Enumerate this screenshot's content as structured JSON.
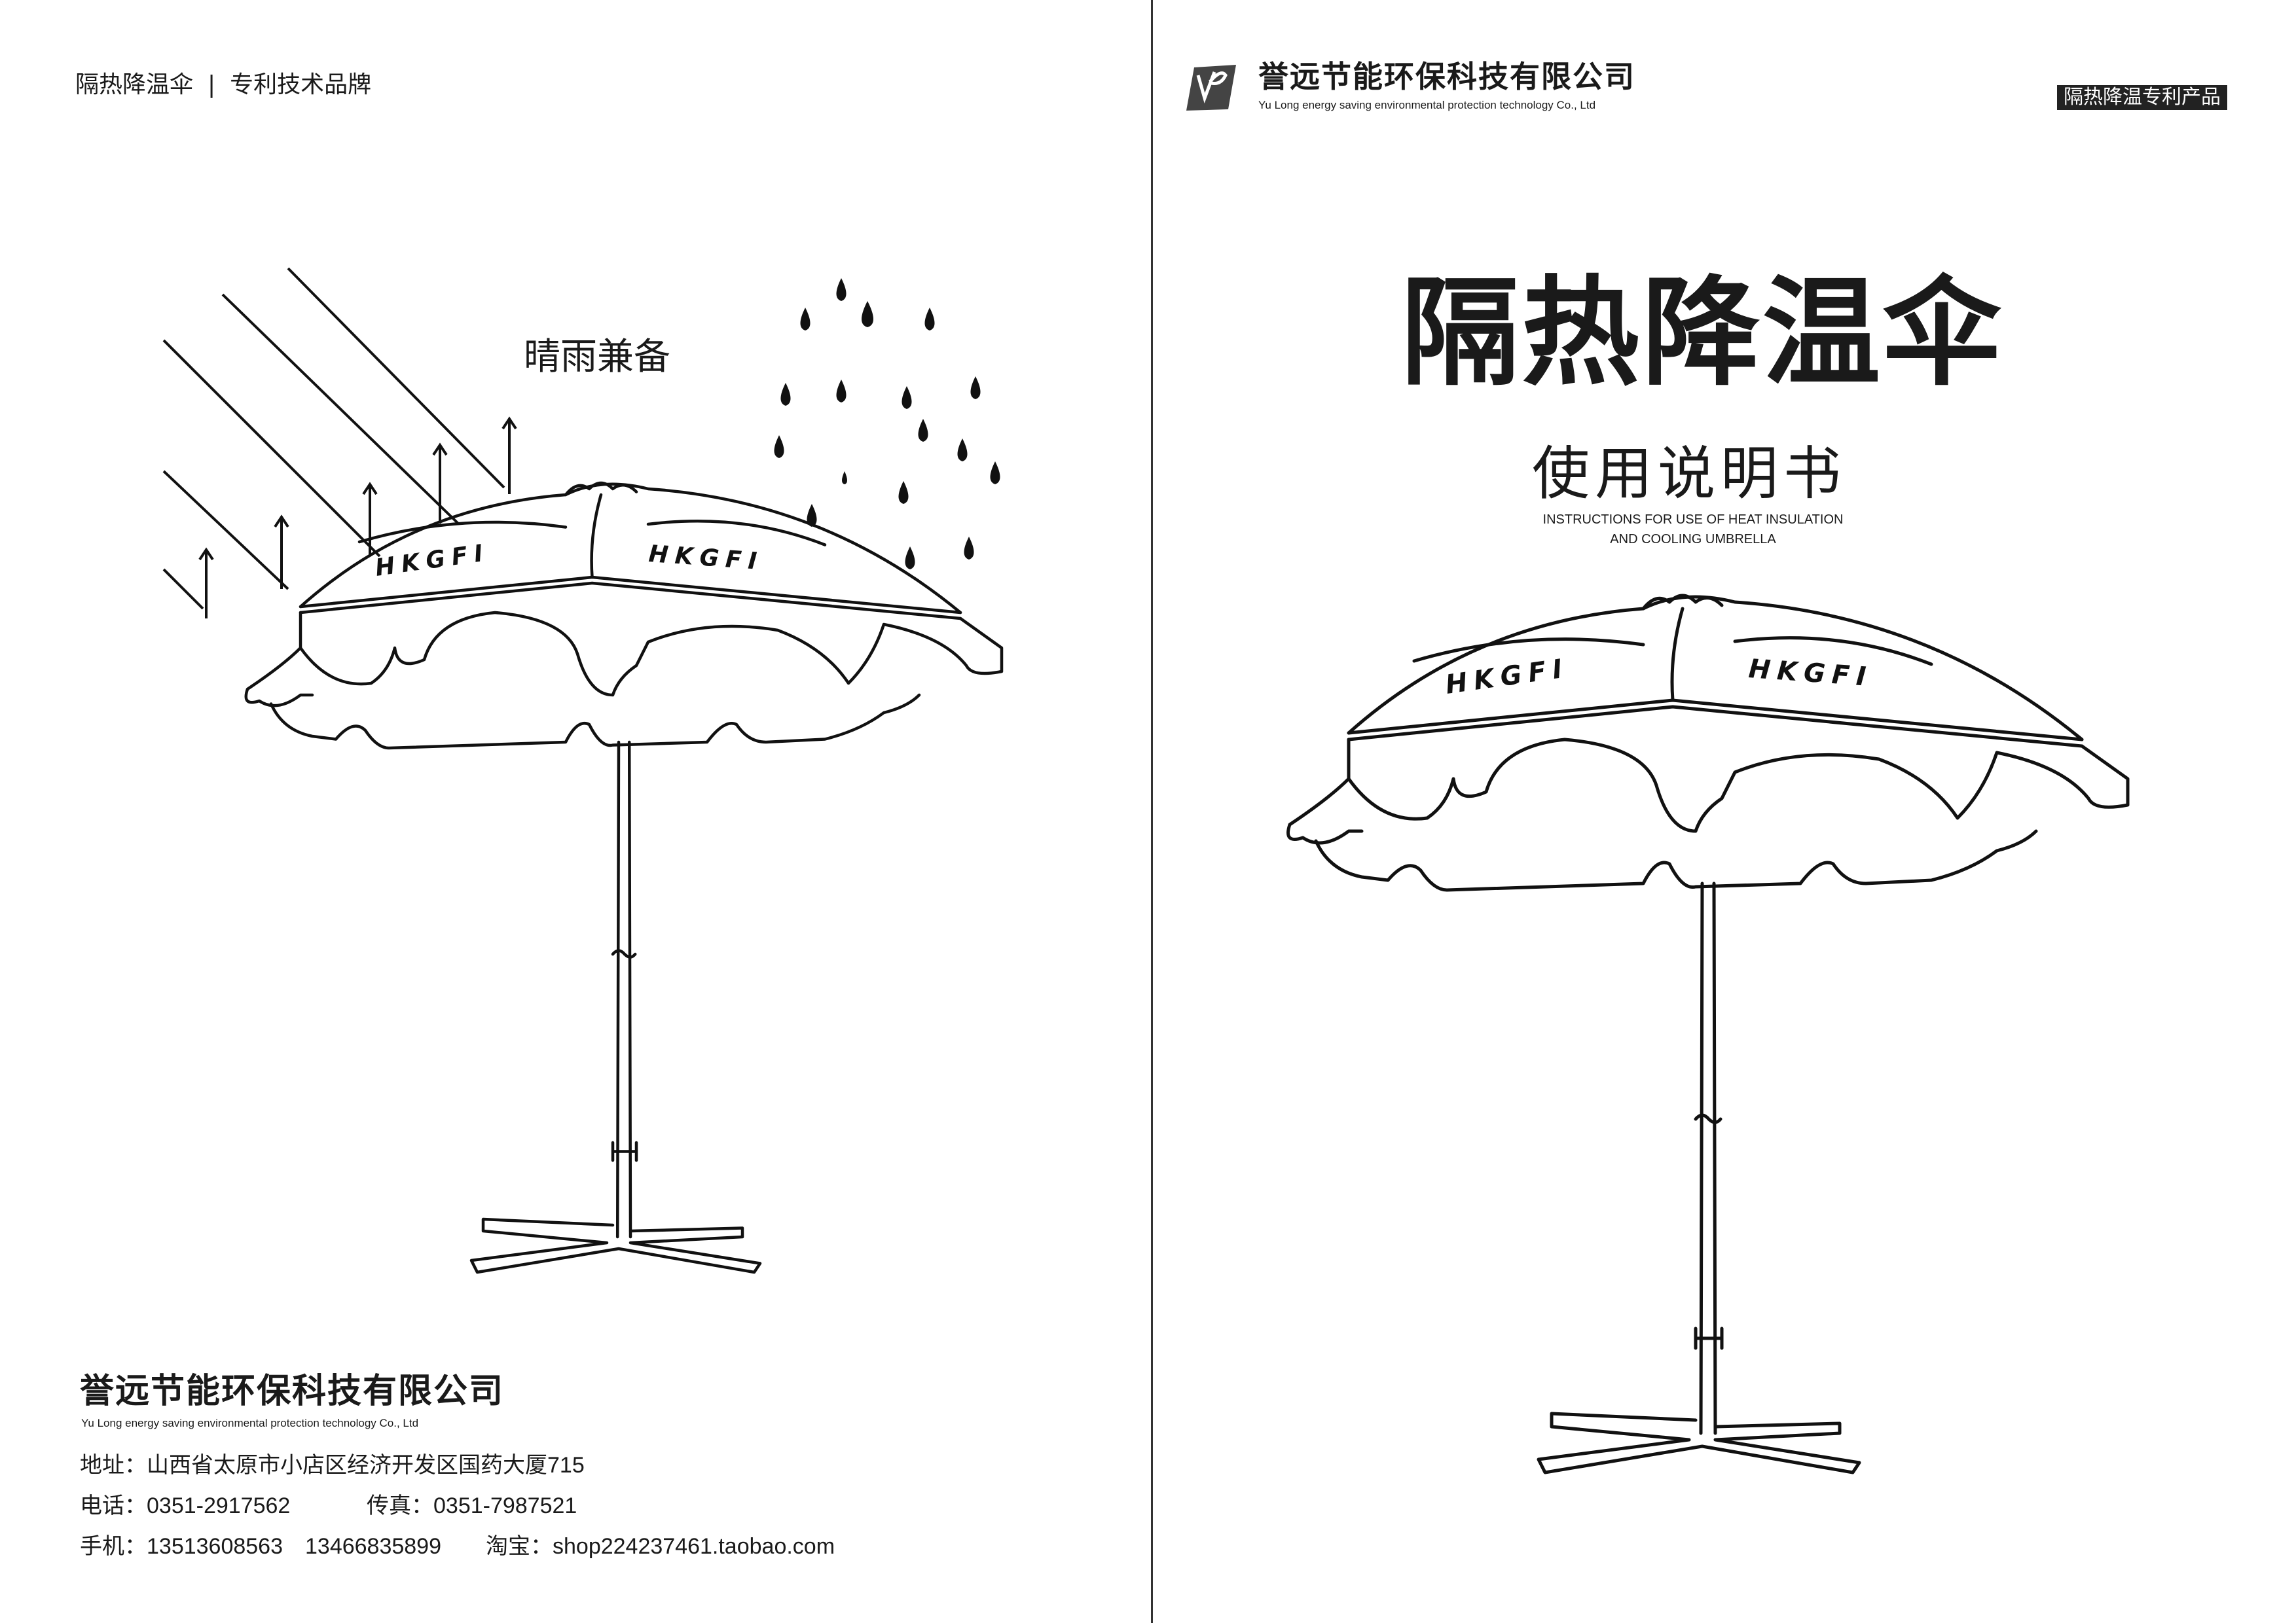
{
  "left_page": {
    "header": {
      "brand": "隔热降温伞",
      "separator": "|",
      "tagline": "专利技术品牌"
    },
    "slogan": "晴雨兼备",
    "company": {
      "name": "誉远节能环保科技有限公司",
      "name_en": "Yu Long energy saving environmental protection technology Co., Ltd",
      "address": "地址：山西省太原市小店区经济开发区国药大厦715",
      "phone": "电话：0351-2917562",
      "fax": "传真：0351-7987521",
      "mobile": "手机：13513608563　13466835899",
      "taobao": "淘宝：shop224237461.taobao.com"
    }
  },
  "right_page": {
    "company": {
      "name": "誉远节能环保科技有限公司",
      "name_en": "Yu Long energy saving environmental protection technology Co., Ltd"
    },
    "badge": "隔热降温专利产品",
    "title": "隔热降温伞",
    "subtitle": "使用说明书",
    "subtitle_en_1": "INSTRUCTIONS FOR USE OF HEAT INSULATION",
    "subtitle_en_2": "AND COOLING UMBRELLA",
    "canopy_print": "HKGFI"
  }
}
